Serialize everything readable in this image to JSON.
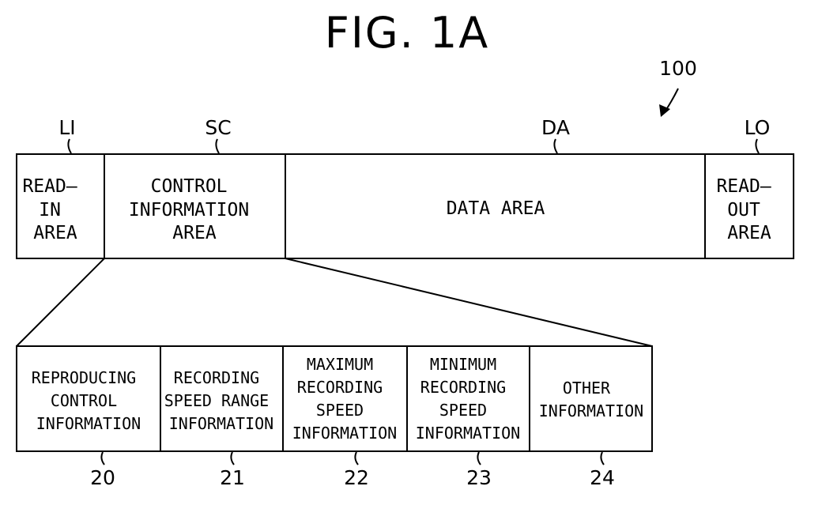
{
  "figure": {
    "title": "FIG. 1A",
    "ref": "100"
  },
  "areas": [
    {
      "tag": "LI",
      "lines": [
        "READ–",
        "IN",
        "AREA"
      ]
    },
    {
      "tag": "SC",
      "lines": [
        "CONTROL",
        "INFORMATION",
        "AREA"
      ]
    },
    {
      "tag": "DA",
      "lines": [
        "DATA AREA"
      ]
    },
    {
      "tag": "LO",
      "lines": [
        "READ–",
        "OUT",
        "AREA"
      ]
    }
  ],
  "control_parts": [
    {
      "num": "20",
      "lines": [
        "REPRODUCING",
        "CONTROL",
        "INFORMATION"
      ]
    },
    {
      "num": "21",
      "lines": [
        "RECORDING",
        "SPEED RANGE",
        "INFORMATION"
      ]
    },
    {
      "num": "22",
      "lines": [
        "MAXIMUM",
        "RECORDING",
        "SPEED",
        "INFORMATION"
      ]
    },
    {
      "num": "23",
      "lines": [
        "MINIMUM",
        "RECORDING",
        "SPEED",
        "INFORMATION"
      ]
    },
    {
      "num": "24",
      "lines": [
        "OTHER",
        "INFORMATION"
      ]
    }
  ]
}
